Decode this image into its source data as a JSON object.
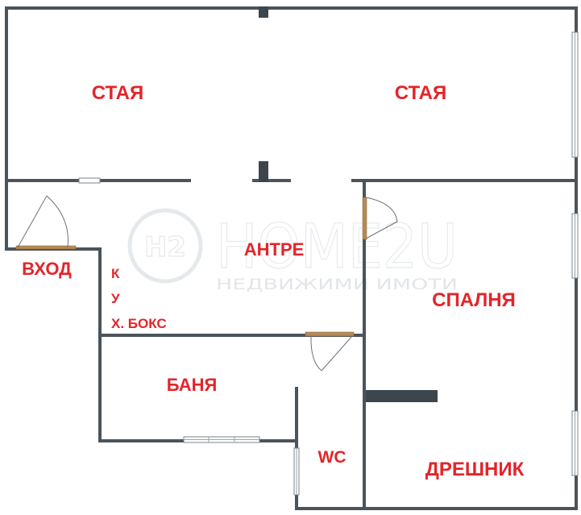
{
  "watermark": {
    "brand": "HOME2U",
    "tagline": "НЕДВИЖИМИ ИМОТИ",
    "logo_mark": "H2"
  },
  "rooms": {
    "room_left": "СТАЯ",
    "room_right": "СТАЯ",
    "hallway": "АНТРЕ",
    "entrance": "ВХОД",
    "kitchen_box_line1": "К",
    "kitchen_box_line2": "У",
    "kitchen_box_line3": "Х. БОКС",
    "bathroom": "БАНЯ",
    "wc": "WC",
    "bedroom": "СПАЛНЯ",
    "wardrobe": "ДРЕШНИК"
  },
  "colors": {
    "label": "#e4242a",
    "wall": "#4a545c",
    "door": "#b58a54"
  }
}
